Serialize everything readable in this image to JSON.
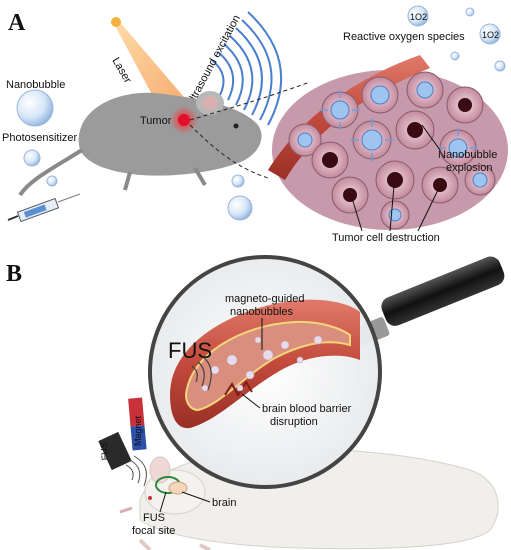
{
  "panel_a": {
    "letter": "A",
    "labels": {
      "laser": "Laser",
      "ultrasound": "Ultrasound excitation",
      "ros": "Reactive oxygen species",
      "singlet_oxygen_a": "1O2",
      "singlet_oxygen_b": "1O2",
      "nanobubble": "Nanobubble",
      "photosensitizer": "Photosensitizer",
      "tumor": "Tumor",
      "explosion_line1": "Nanobubble",
      "explosion_line2": "explosion",
      "destruction": "Tumor cell destruction"
    }
  },
  "panel_b": {
    "letter": "B",
    "labels": {
      "fus_lens": "FUS",
      "guided_line1": "magneto-guided",
      "guided_line2": "nanobubbles",
      "bbb_line1": "brain blood barrier",
      "bbb_line2": "disruption",
      "magnet": "Magnet",
      "fus_device": "FUS",
      "brain": "brain",
      "focal_line1": "FUS",
      "focal_line2": "focal site"
    }
  },
  "colors": {
    "laser": "#f5a04a",
    "ultrasound": "#5b8fd6",
    "vessel": "#c0392b",
    "tumor_cell": "#d9a9b8",
    "bubble_blue": "#8fb8e8",
    "magnet_red": "#c8313a",
    "magnet_blue": "#2c4fa8"
  }
}
